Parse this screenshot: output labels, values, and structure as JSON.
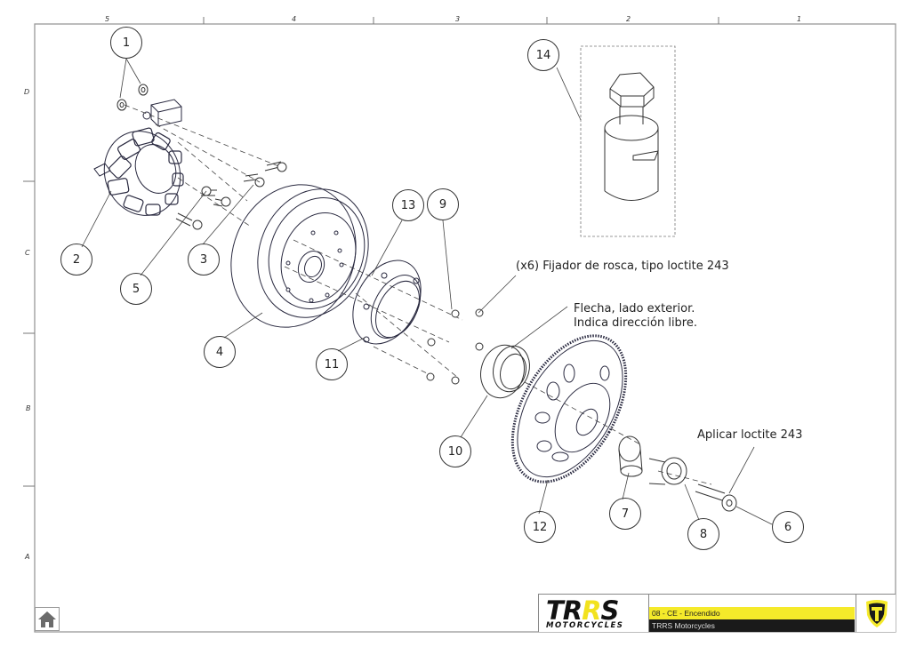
{
  "drawing": {
    "column_labels": [
      "5",
      "4",
      "3",
      "2",
      "1"
    ],
    "row_labels": [
      "D",
      "C",
      "B",
      "A"
    ],
    "callouts": [
      "1",
      "2",
      "3",
      "4",
      "5",
      "6",
      "7",
      "8",
      "9",
      "10",
      "11",
      "12",
      "13",
      "14"
    ],
    "notes": {
      "thread_locker": "(x6) Fijador de rosca, tipo loctite 243",
      "arrow_line1": "Flecha, lado exterior.",
      "arrow_line2": "Indica dirección libre.",
      "apply_loctite": "Aplicar  loctite 243"
    }
  },
  "title_block": {
    "brand": "TRRS",
    "brand_sub": "MOTORCYCLES",
    "title": "08 - CE - Encendido",
    "subtitle": "TRRS Motorcycles",
    "accent_color": "#f5ea2a",
    "dark_color": "#1a1a1a"
  },
  "navigation": {
    "home_icon": "home-icon"
  }
}
